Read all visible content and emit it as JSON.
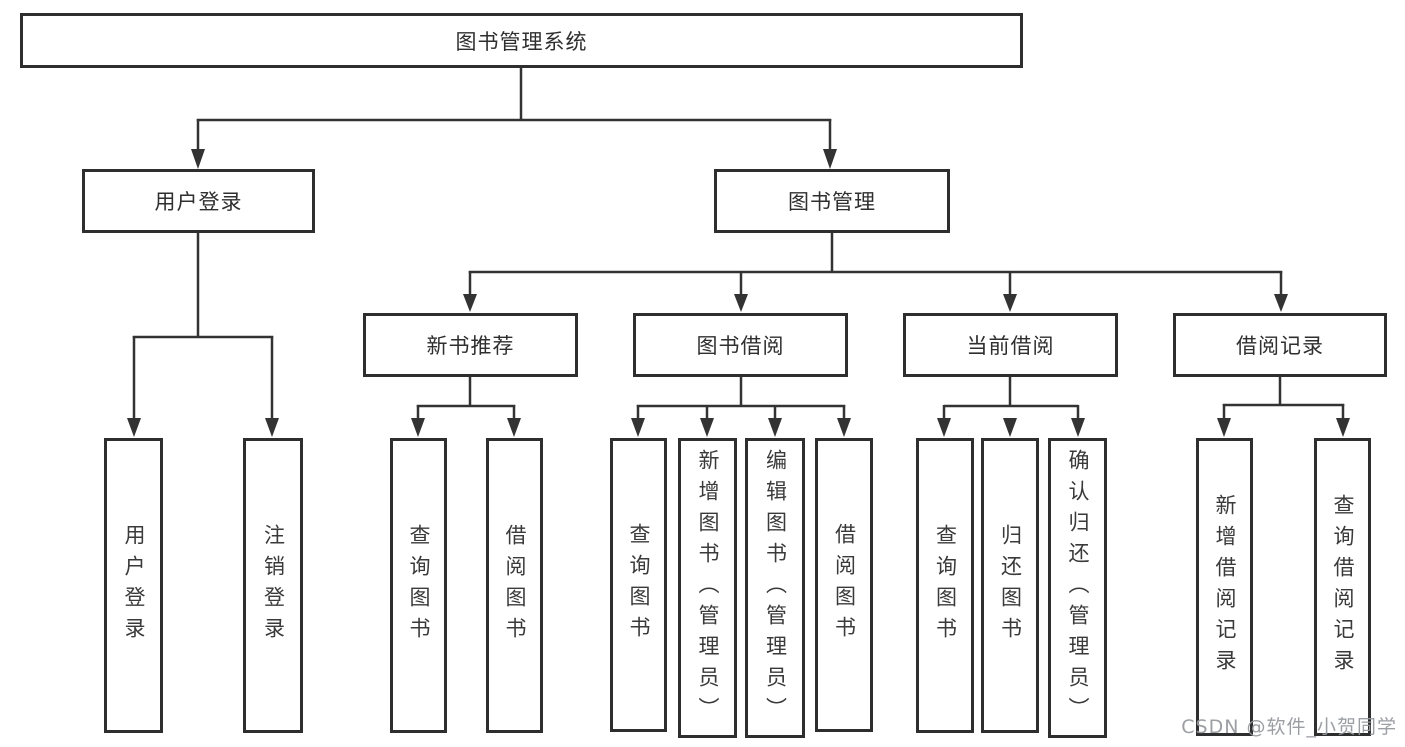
{
  "nodes": {
    "root": {
      "label": "图书管理系统"
    },
    "l2": [
      {
        "label": "用户登录"
      },
      {
        "label": "图书管理"
      }
    ],
    "l3": [
      {
        "label": "新书推荐"
      },
      {
        "label": "图书借阅"
      },
      {
        "label": "当前借阅"
      },
      {
        "label": "借阅记录"
      }
    ],
    "g1": [
      {
        "label": "用户登录"
      },
      {
        "label": "注销登录"
      }
    ],
    "g2": [
      {
        "label": "查询图书"
      },
      {
        "label": "借阅图书"
      }
    ],
    "g3": [
      {
        "label": "查询图书"
      },
      {
        "label": "新增图书（管理员）"
      },
      {
        "label": "编辑图书（管理员）"
      },
      {
        "label": "借阅图书"
      }
    ],
    "g4": [
      {
        "label": "查询图书"
      },
      {
        "label": "归还图书"
      },
      {
        "label": "确认归还（管理员）"
      }
    ],
    "g5": [
      {
        "label": "新增借阅记录"
      },
      {
        "label": "查询借阅记录"
      }
    ]
  },
  "colors": {
    "line": "#333333",
    "border": "#2e2e2e",
    "text": "#2f2f2f",
    "watermark": "#96999e"
  },
  "watermark": {
    "text": "CSDN @软件_小贺同学"
  }
}
